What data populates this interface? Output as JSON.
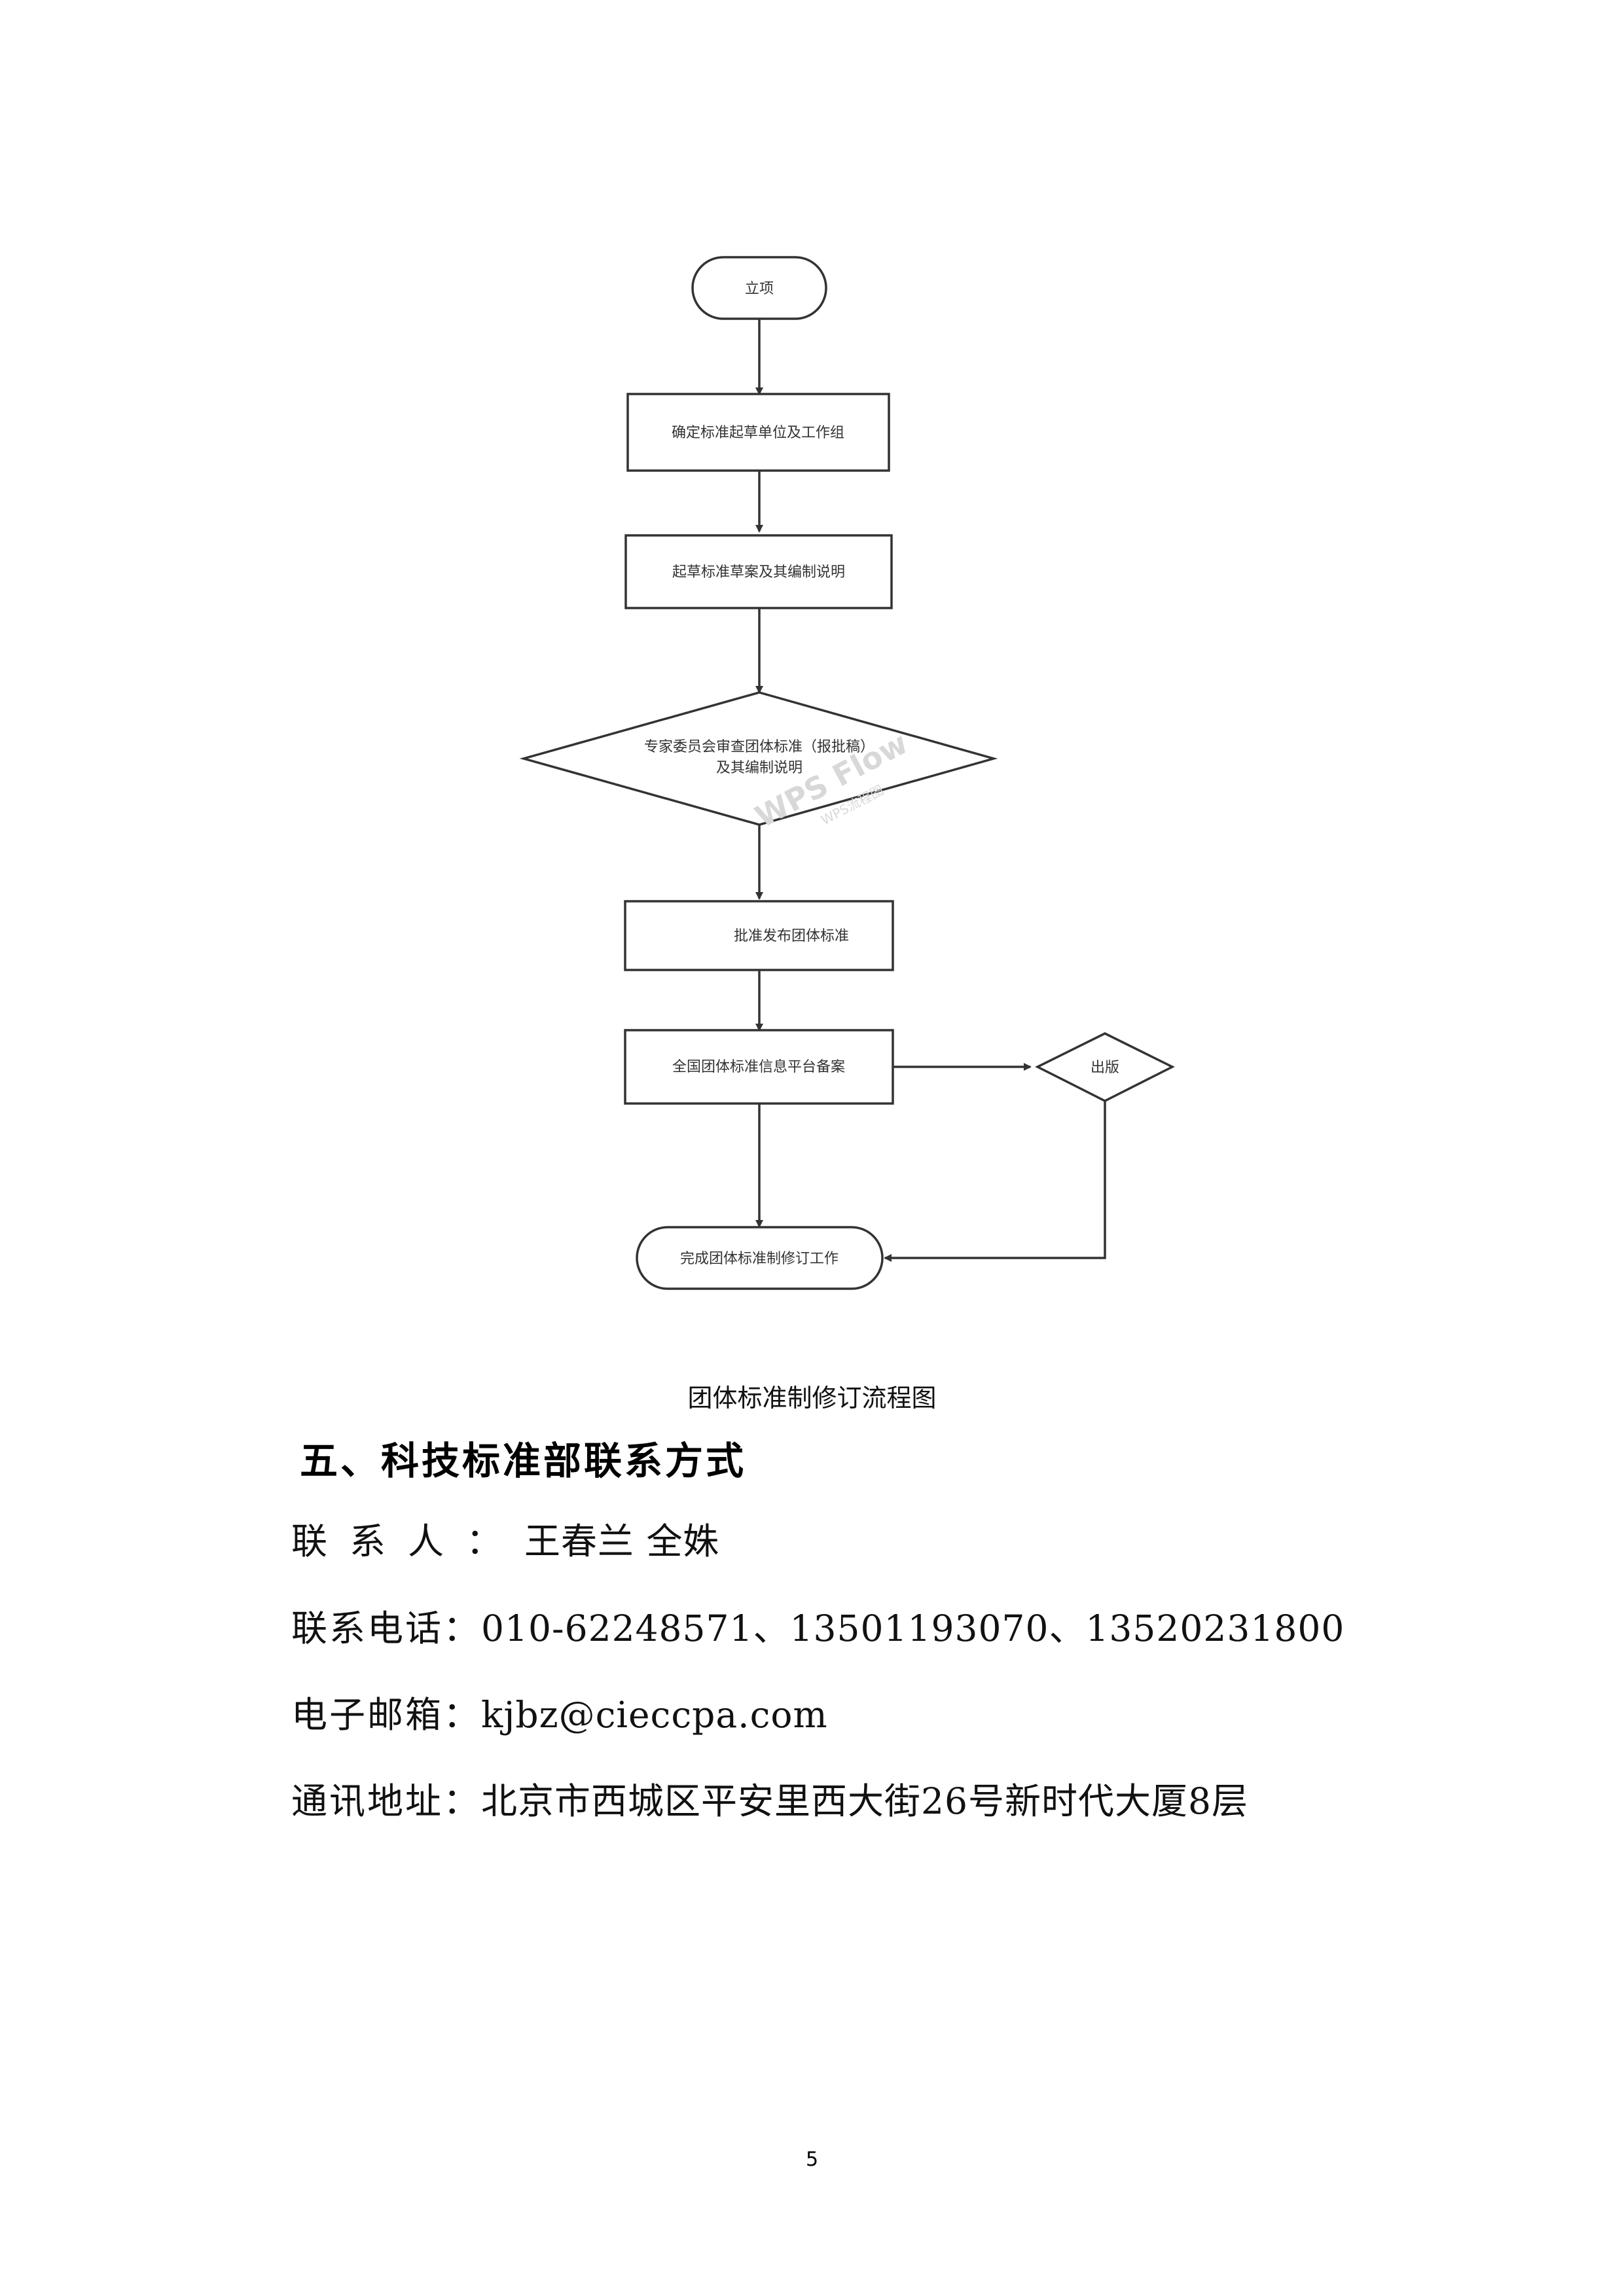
{
  "flowchart": {
    "nodes": {
      "start": "立项",
      "step1": "确定标准起草单位及工作组",
      "step2": "起草标准草案及其编制说明",
      "decision_line1": "专家委员会审查团体标准（报批稿）",
      "decision_line2": "及其编制说明",
      "step3": "批准发布团体标准",
      "step4": "全国团体标准信息平台备案",
      "publish": "出版",
      "end": "完成团体标准制修订工作"
    },
    "watermark": {
      "main": "WPS Flow",
      "sub": "WPS流程图"
    }
  },
  "caption": "团体标准制修订流程图",
  "section": {
    "heading": "五、科技标准部联系方式"
  },
  "contacts": {
    "person_label": "联系人：",
    "person_value": "王春兰 全姝",
    "phone_label": "联系电话：",
    "phone_value": "010-62248571、13501193070、13520231800",
    "email_label": "电子邮箱：",
    "email_value": "kjbz@cieccpa.com",
    "address_label": "通讯地址：",
    "address_value": "北京市西城区平安里西大街26号新时代大厦8层"
  },
  "page_number": "5"
}
